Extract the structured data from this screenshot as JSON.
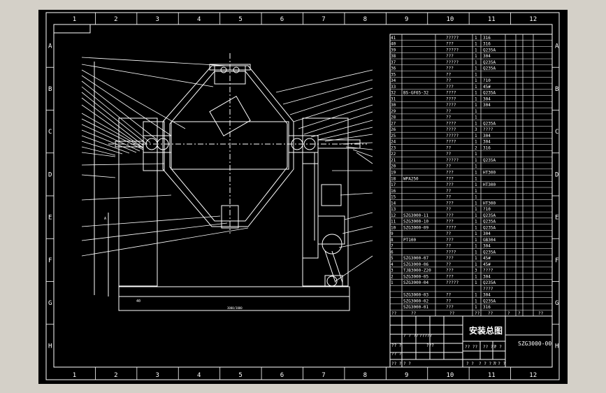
{
  "colors": {
    "background": "#000000",
    "line": "#ffffff",
    "frame_bg": "#d4d0c8"
  },
  "grid": {
    "columns": [
      "1",
      "2",
      "3",
      "4",
      "5",
      "6",
      "7",
      "8",
      "9",
      "10",
      "11",
      "12"
    ],
    "rows": [
      "A",
      "B",
      "C",
      "D",
      "E",
      "F",
      "G",
      "H"
    ]
  },
  "bom": {
    "rows": [
      {
        "no": "41",
        "code": "",
        "name": "?????",
        "qty": "1",
        "material": "316"
      },
      {
        "no": "40",
        "code": "",
        "name": "???",
        "qty": "1",
        "material": "316"
      },
      {
        "no": "39",
        "code": "",
        "name": "?????",
        "qty": "1",
        "material": "Q235A"
      },
      {
        "no": "38",
        "code": "",
        "name": "???",
        "qty": "1",
        "material": "304"
      },
      {
        "no": "37",
        "code": "",
        "name": "?????",
        "qty": "1",
        "material": "Q235A"
      },
      {
        "no": "36",
        "code": "",
        "name": "???",
        "qty": "1",
        "material": "Q235A"
      },
      {
        "no": "35",
        "code": "",
        "name": "??",
        "qty": "1",
        "material": ""
      },
      {
        "no": "34",
        "code": "",
        "name": "??",
        "qty": "1",
        "material": "?10"
      },
      {
        "no": "33",
        "code": "",
        "name": "???",
        "qty": "1",
        "material": "45#"
      },
      {
        "no": "32",
        "code": "BS-GF65-32",
        "name": "????",
        "qty": "1",
        "material": "Q235A"
      },
      {
        "no": "31",
        "code": "",
        "name": "????",
        "qty": "1",
        "material": "304"
      },
      {
        "no": "30",
        "code": "",
        "name": "????",
        "qty": "1",
        "material": "304"
      },
      {
        "no": "29",
        "code": "",
        "name": "??",
        "qty": "1",
        "material": ""
      },
      {
        "no": "28",
        "code": "",
        "name": "??",
        "qty": "1",
        "material": ""
      },
      {
        "no": "27",
        "code": "",
        "name": "????",
        "qty": "1",
        "material": "Q235A"
      },
      {
        "no": "26",
        "code": "",
        "name": "????",
        "qty": "3",
        "material": "????"
      },
      {
        "no": "25",
        "code": "",
        "name": "?????",
        "qty": "1",
        "material": "304"
      },
      {
        "no": "24",
        "code": "",
        "name": "????",
        "qty": "1",
        "material": "304"
      },
      {
        "no": "23",
        "code": "",
        "name": "??",
        "qty": "2",
        "material": "316"
      },
      {
        "no": "22",
        "code": "",
        "name": "??",
        "qty": "1",
        "material": ""
      },
      {
        "no": "21",
        "code": "",
        "name": "?????",
        "qty": "1",
        "material": "Q235A"
      },
      {
        "no": "20",
        "code": "",
        "name": "??",
        "qty": "1",
        "material": ""
      },
      {
        "no": "19",
        "code": "",
        "name": "???",
        "qty": "1",
        "material": "HT300"
      },
      {
        "no": "18",
        "code": "WPA250",
        "name": "???",
        "qty": "1",
        "material": ""
      },
      {
        "no": "17",
        "code": "",
        "name": "???",
        "qty": "1",
        "material": "HT300"
      },
      {
        "no": "16",
        "code": "",
        "name": "??",
        "qty": "1",
        "material": ""
      },
      {
        "no": "15",
        "code": "",
        "name": "??",
        "qty": "1",
        "material": ""
      },
      {
        "no": "14",
        "code": "",
        "name": "???",
        "qty": "1",
        "material": "HT300"
      },
      {
        "no": "13",
        "code": "",
        "name": "??",
        "qty": "1",
        "material": "?10"
      },
      {
        "no": "12",
        "code": "SZG3000-11",
        "name": "???",
        "qty": "1",
        "material": "Q235A"
      },
      {
        "no": "11",
        "code": "SZG3000-10",
        "name": "???",
        "qty": "1",
        "material": "Q235A"
      },
      {
        "no": "10",
        "code": "SZG3000-09",
        "name": "????",
        "qty": "1",
        "material": "Q235A"
      },
      {
        "no": "9",
        "code": "",
        "name": "??",
        "qty": "1",
        "material": "304"
      },
      {
        "no": "8",
        "code": "PT100",
        "name": "???",
        "qty": "1",
        "material": "GB304"
      },
      {
        "no": "7",
        "code": "",
        "name": "??",
        "qty": "1",
        "material": "304"
      },
      {
        "no": "6",
        "code": "",
        "name": "????",
        "qty": "1",
        "material": "Q235A"
      },
      {
        "no": "5",
        "code": "SZG3000-07",
        "name": "???",
        "qty": "1",
        "material": "45#"
      },
      {
        "no": "4",
        "code": "SZG3000-06",
        "name": "??",
        "qty": "1",
        "material": "45#"
      },
      {
        "no": "3",
        "code": "TJB3000-Z20",
        "name": "???",
        "qty": "3",
        "material": "????"
      },
      {
        "no": "2",
        "code": "SZG3000-05",
        "name": "???",
        "qty": "1",
        "material": "304"
      },
      {
        "no": "1",
        "code": "SZG3000-04",
        "name": "?????",
        "qty": "1",
        "material": "Q235A"
      },
      {
        "no": "",
        "code": "",
        "name": "",
        "qty": "",
        "material": "????"
      },
      {
        "no": "",
        "code": "SZG3000-03",
        "name": "??",
        "qty": "1",
        "material": "304"
      },
      {
        "no": "",
        "code": "SZG3000-02",
        "name": "??",
        "qty": "1",
        "material": "Q235A"
      },
      {
        "no": "",
        "code": "SZG3000-01",
        "name": "???",
        "qty": "1",
        "material": "316"
      }
    ],
    "header": {
      "no": "??",
      "code": "??",
      "name": "??",
      "qty": "??",
      "material": "??",
      "c1": "?",
      "c2": "?",
      "c3": "??"
    }
  },
  "title_block": {
    "drawing_title": "安装总图",
    "drawing_number": "SZG3000-00",
    "cells": [
      "?? ?",
      "?? ?",
      "? ? ??",
      "?????",
      "?? ?",
      "? ?",
      "???",
      "?? ??",
      "?? ??",
      "? ?",
      "? ?",
      "? ? ? ?",
      "? ? ?"
    ]
  },
  "labels": {
    "dim_bottom": "3000/3000",
    "dim_left": "40",
    "side_mark": "A"
  }
}
